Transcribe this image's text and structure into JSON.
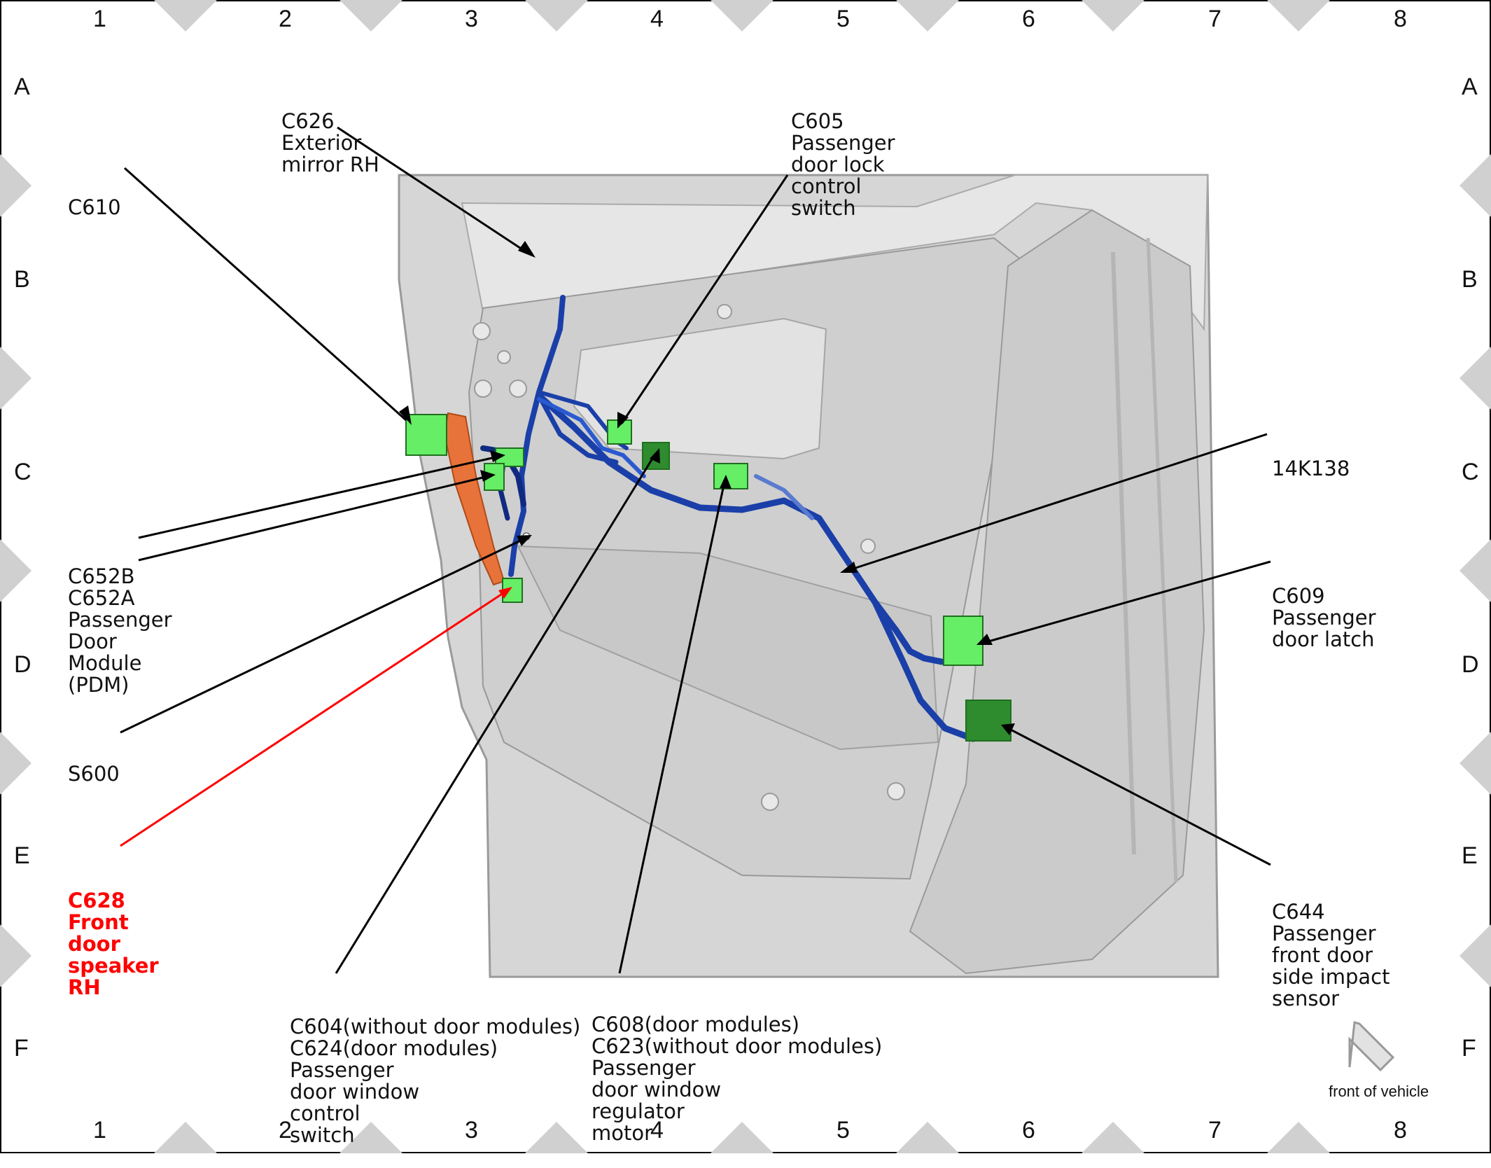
{
  "grid": {
    "columns": [
      "1",
      "2",
      "3",
      "4",
      "5",
      "6",
      "7",
      "8"
    ],
    "rows": [
      "A",
      "B",
      "C",
      "D",
      "E",
      "F"
    ]
  },
  "labels": {
    "c626": [
      "C626",
      "Exterior",
      "mirror RH"
    ],
    "c605": [
      "C605",
      "Passenger",
      "door lock",
      "control",
      "switch"
    ],
    "c610": [
      "C610"
    ],
    "k14k138": [
      "14K138"
    ],
    "c652": [
      "C652B",
      "C652A",
      "Passenger",
      "Door",
      "Module",
      "(PDM)"
    ],
    "c609": [
      "C609",
      "Passenger",
      "door latch"
    ],
    "s600": [
      "S600"
    ],
    "c628": [
      "C628",
      "Front",
      "door",
      "speaker",
      "RH"
    ],
    "c644": [
      "C644",
      "Passenger",
      "front door",
      "side impact",
      "sensor"
    ],
    "c604": [
      "C604(without door modules)",
      "C624(door modules)",
      "Passenger",
      "door window",
      "control",
      "switch"
    ],
    "c608": [
      "C608(door modules)",
      "C623(without door modules)",
      "Passenger",
      "door window",
      "regulator",
      "motor"
    ]
  },
  "front_note": "front of vehicle",
  "colors": {
    "connector_light": "#66ee66",
    "connector_dark": "#2e8b2e",
    "harness": "#1a3fa8",
    "speaker_foam": "#e8733a",
    "highlight": "#ff0000",
    "door_panel": "#d4d4d4"
  }
}
